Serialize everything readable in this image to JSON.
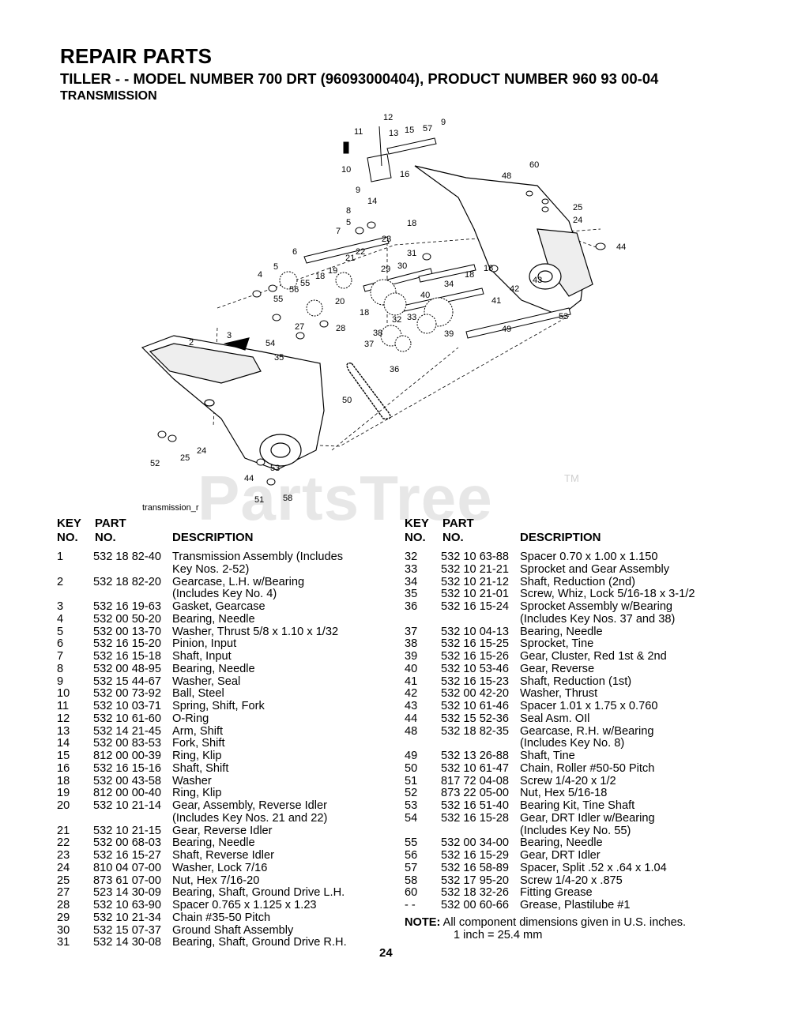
{
  "header": {
    "title": "REPAIR PARTS",
    "subtitle": "TILLER - - MODEL NUMBER 700 DRT (96093000404), PRODUCT NUMBER 960 93 00-04",
    "section": "TRANSMISSION"
  },
  "diagram": {
    "caption": "transmission_r",
    "callouts": [
      "12",
      "11",
      "13",
      "15",
      "57",
      "9",
      "10",
      "16",
      "60",
      "48",
      "9",
      "14",
      "25",
      "24",
      "8",
      "5",
      "18",
      "7",
      "23",
      "44",
      "6",
      "21",
      "22",
      "31",
      "5",
      "4",
      "18",
      "55",
      "19",
      "29",
      "30",
      "34",
      "18",
      "18",
      "56",
      "20",
      "43",
      "55",
      "42",
      "41",
      "40",
      "53",
      "18",
      "33",
      "54",
      "27",
      "28",
      "32",
      "38",
      "39",
      "49",
      "3",
      "37",
      "2",
      "35",
      "36",
      "50",
      "24",
      "25",
      "52",
      "53",
      "44",
      "51",
      "58"
    ]
  },
  "watermark": {
    "text": "PartsTree",
    "tm": "TM"
  },
  "table_headers": {
    "key_1": "KEY",
    "key_2": "NO.",
    "part_1": "PART",
    "part_2": "NO.",
    "description": "DESCRIPTION"
  },
  "parts_left": [
    {
      "key": "1",
      "part": "532 18 82-40",
      "desc": "Transmission Assembly (Includes"
    },
    {
      "key": "",
      "part": "",
      "desc": "Key Nos. 2-52)"
    },
    {
      "key": "2",
      "part": "532 18 82-20",
      "desc": "Gearcase, L.H. w/Bearing"
    },
    {
      "key": "",
      "part": "",
      "desc": "(Includes Key No. 4)"
    },
    {
      "key": "3",
      "part": "532 16 19-63",
      "desc": "Gasket, Gearcase"
    },
    {
      "key": "4",
      "part": "532 00 50-20",
      "desc": "Bearing, Needle"
    },
    {
      "key": "5",
      "part": "532 00 13-70",
      "desc": "Washer, Thrust  5/8 x 1.10 x 1/32"
    },
    {
      "key": "6",
      "part": "532 16 15-20",
      "desc": "Pinion, Input"
    },
    {
      "key": "7",
      "part": "532 16 15-18",
      "desc": "Shaft, Input"
    },
    {
      "key": "8",
      "part": "532 00 48-95",
      "desc": "Bearing, Needle"
    },
    {
      "key": "9",
      "part": "532 15 44-67",
      "desc": "Washer, Seal"
    },
    {
      "key": "10",
      "part": "532 00 73-92",
      "desc": "Ball, Steel"
    },
    {
      "key": "11",
      "part": "532 10 03-71",
      "desc": "Spring, Shift, Fork"
    },
    {
      "key": "12",
      "part": "532 10 61-60",
      "desc": "O-Ring"
    },
    {
      "key": "13",
      "part": "532 14 21-45",
      "desc": "Arm, Shift"
    },
    {
      "key": "14",
      "part": "532 00 83-53",
      "desc": "Fork, Shift"
    },
    {
      "key": "15",
      "part": "812 00 00-39",
      "desc": "Ring, Klip"
    },
    {
      "key": "16",
      "part": "532 16 15-16",
      "desc": "Shaft, Shift"
    },
    {
      "key": "18",
      "part": "532 00 43-58",
      "desc": "Washer"
    },
    {
      "key": "19",
      "part": "812 00 00-40",
      "desc": "Ring, Klip"
    },
    {
      "key": "20",
      "part": "532 10 21-14",
      "desc": "Gear, Assembly, Reverse Idler"
    },
    {
      "key": "",
      "part": "",
      "desc": "(Includes Key Nos. 21 and 22)"
    },
    {
      "key": "21",
      "part": "532 10 21-15",
      "desc": "Gear, Reverse Idler"
    },
    {
      "key": "22",
      "part": "532 00 68-03",
      "desc": "Bearing, Needle"
    },
    {
      "key": "23",
      "part": "532 16 15-27",
      "desc": "Shaft, Reverse Idler"
    },
    {
      "key": "24",
      "part": "810 04 07-00",
      "desc": "Washer, Lock  7/16"
    },
    {
      "key": "25",
      "part": "873 61 07-00",
      "desc": "Nut, Hex  7/16-20"
    },
    {
      "key": "27",
      "part": "523 14 30-09",
      "desc": "Bearing, Shaft, Ground Drive L.H."
    },
    {
      "key": "28",
      "part": "532 10 63-90",
      "desc": "Spacer  0.765 x 1.125 x 1.23"
    },
    {
      "key": "29",
      "part": "532 10 21-34",
      "desc": "Chain  #35-50 Pitch"
    },
    {
      "key": "30",
      "part": "532 15 07-37",
      "desc": "Ground Shaft Assembly"
    },
    {
      "key": "31",
      "part": "532 14 30-08",
      "desc": "Bearing, Shaft, Ground Drive R.H."
    }
  ],
  "parts_right": [
    {
      "key": "32",
      "part": "532 10 63-88",
      "desc": "Spacer  0.70 x 1.00 x 1.150"
    },
    {
      "key": "33",
      "part": "532 10 21-21",
      "desc": "Sprocket and Gear Assembly"
    },
    {
      "key": "34",
      "part": "532 10 21-12",
      "desc": "Shaft, Reduction (2nd)"
    },
    {
      "key": "35",
      "part": "532 10 21-01",
      "desc": "Screw, Whiz, Lock 5/16-18 x 3-1/2"
    },
    {
      "key": "36",
      "part": "532 16 15-24",
      "desc": "Sprocket Assembly w/Bearing"
    },
    {
      "key": "",
      "part": "",
      "desc": "(Includes Key Nos. 37 and 38)"
    },
    {
      "key": "37",
      "part": "532 10 04-13",
      "desc": "Bearing, Needle"
    },
    {
      "key": "38",
      "part": "532 16 15-25",
      "desc": "Sprocket, Tine"
    },
    {
      "key": "39",
      "part": "532 16 15-26",
      "desc": "Gear, Cluster, Red 1st & 2nd"
    },
    {
      "key": "40",
      "part": "532 10 53-46",
      "desc": "Gear, Reverse"
    },
    {
      "key": "41",
      "part": "532 16 15-23",
      "desc": "Shaft, Reduction (1st)"
    },
    {
      "key": "42",
      "part": "532  00 42-20",
      "desc": "Washer, Thrust"
    },
    {
      "key": "43",
      "part": "532 10 61-46",
      "desc": "Spacer  1.01 x 1.75 x 0.760"
    },
    {
      "key": "44",
      "part": "532 15 52-36",
      "desc": "Seal Asm. OIl"
    },
    {
      "key": "48",
      "part": "532 18 82-35",
      "desc": "Gearcase, R.H. w/Bearing"
    },
    {
      "key": "",
      "part": "",
      "desc": "(Includes Key No. 8)"
    },
    {
      "key": "49",
      "part": "532 13 26-88",
      "desc": "Shaft, Tine"
    },
    {
      "key": "50",
      "part": "532 10 61-47",
      "desc": "Chain, Roller  #50-50 Pitch"
    },
    {
      "key": "51",
      "part": "817 72 04-08",
      "desc": "Screw  1/4-20 x 1/2"
    },
    {
      "key": "52",
      "part": "873 22 05-00",
      "desc": "Nut, Hex  5/16-18"
    },
    {
      "key": "53",
      "part": "532 16 51-40",
      "desc": "Bearing Kit, Tine Shaft"
    },
    {
      "key": "54",
      "part": "532 16 15-28",
      "desc": "Gear, DRT Idler w/Bearing"
    },
    {
      "key": "",
      "part": "",
      "desc": "(Includes Key No. 55)"
    },
    {
      "key": "55",
      "part": "532 00 34-00",
      "desc": "Bearing, Needle"
    },
    {
      "key": "56",
      "part": "532 16 15-29",
      "desc": "Gear, DRT Idler"
    },
    {
      "key": "57",
      "part": "532 16 58-89",
      "desc": "Spacer, Split .52 x .64 x 1.04"
    },
    {
      "key": "58",
      "part": "532 17 95-20",
      "desc": "Screw 1/4-20 x .875"
    },
    {
      "key": "60",
      "part": "532 18 32-26",
      "desc": "Fitting Grease"
    },
    {
      "key": "- -",
      "part": "532 00 60-66",
      "desc": "Grease, Plastilube #1"
    }
  ],
  "note": {
    "label": "NOTE:",
    "line1": "All component dimensions given in U.S. inches.",
    "line2": "1 inch = 25.4 mm"
  },
  "page_number": "24"
}
